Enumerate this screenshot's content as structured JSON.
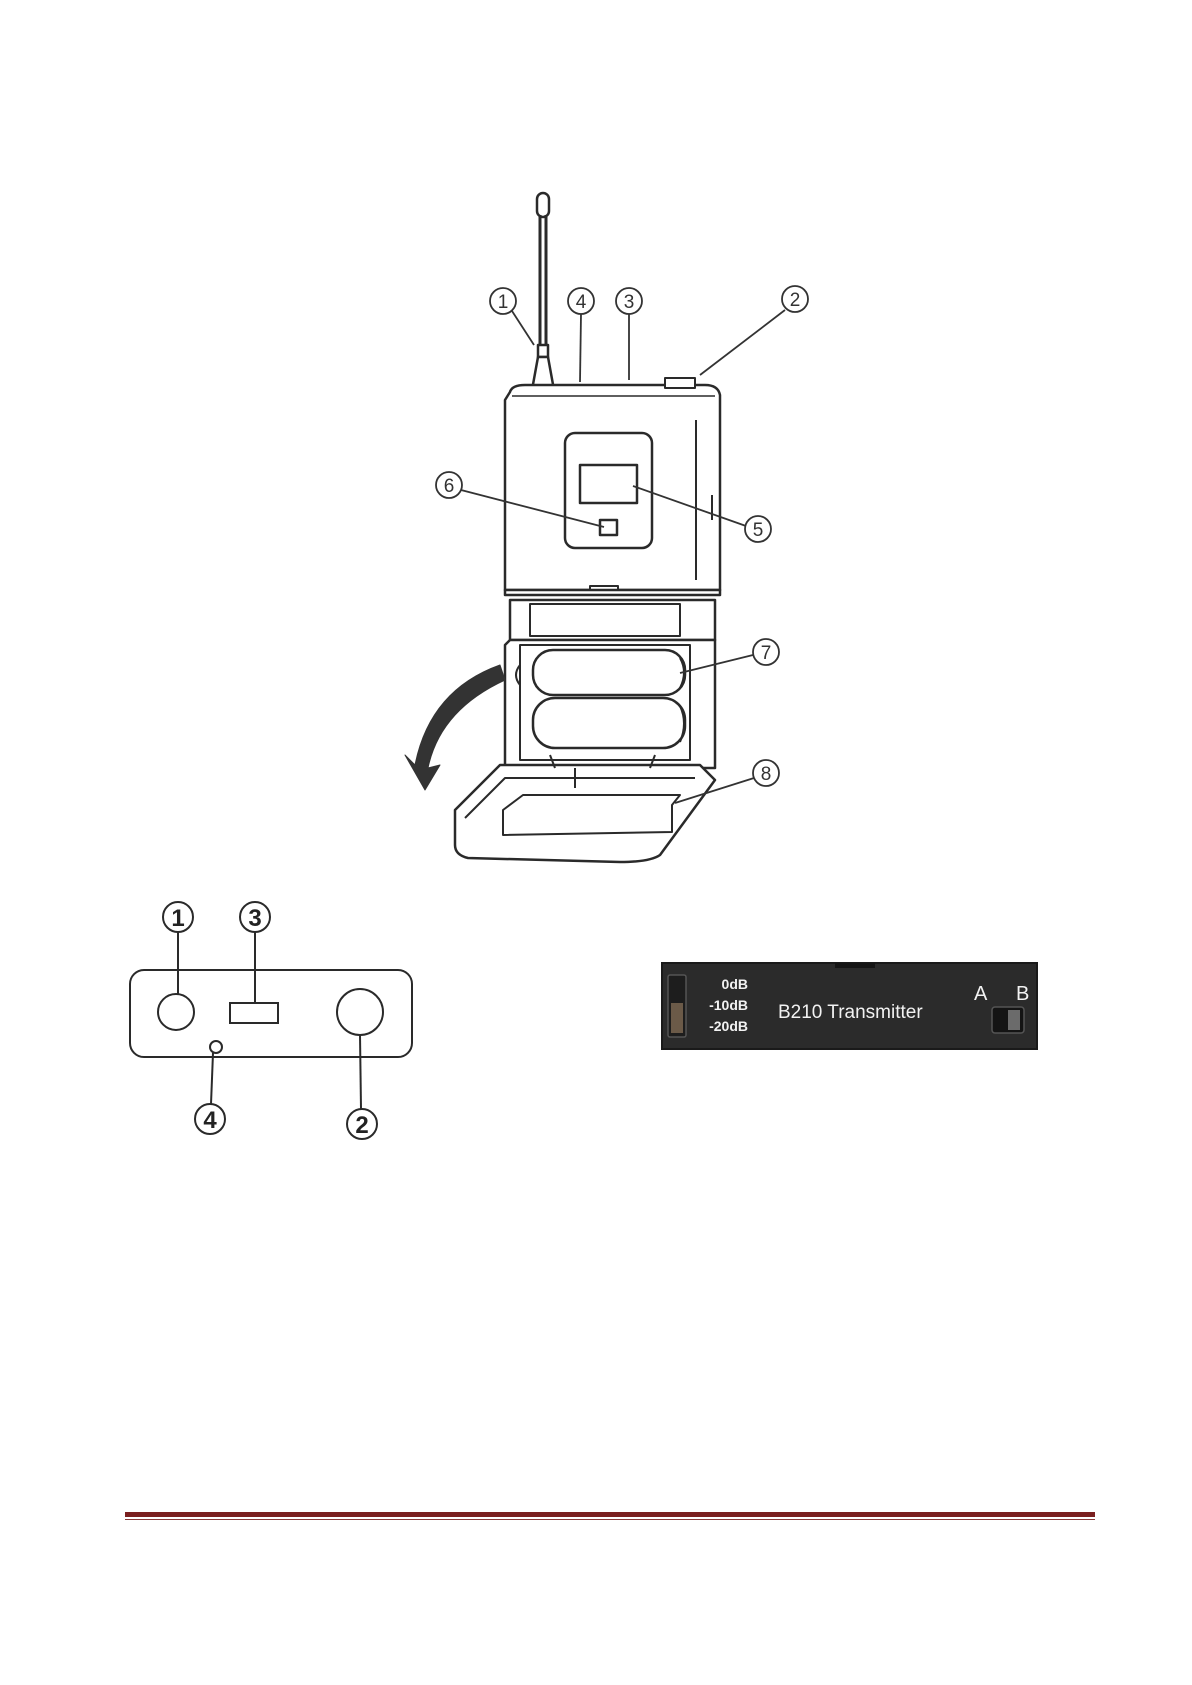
{
  "figure": {
    "transmitter_callouts": [
      "1",
      "2",
      "3",
      "4",
      "5",
      "6",
      "7",
      "8"
    ],
    "top_panel_callouts": [
      "1",
      "2",
      "3",
      "4"
    ]
  },
  "switch_panel": {
    "attenuation_levels": [
      "0dB",
      "-10dB",
      "-20dB"
    ],
    "model_label": "B210 Transmitter",
    "channel_a": "A",
    "channel_b": "B"
  }
}
